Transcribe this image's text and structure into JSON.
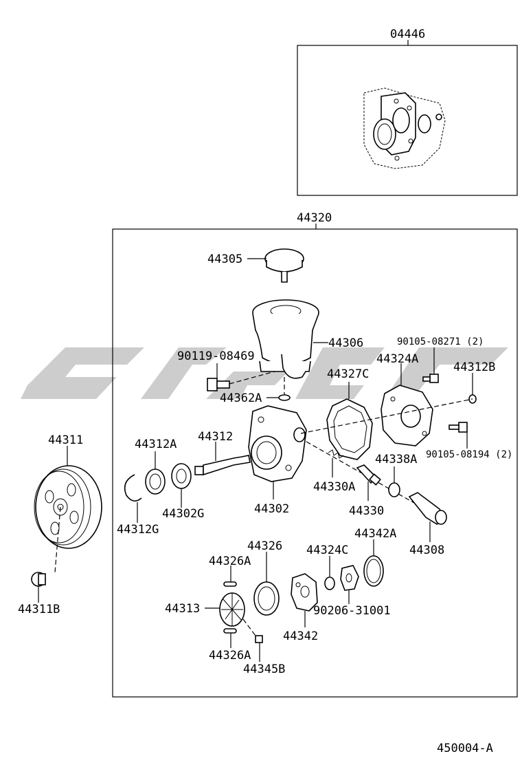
{
  "labels": {
    "kit_04446": "04446",
    "assy_44320": "44320",
    "p44305": "44305",
    "p44306": "44306",
    "p90119": "90119-08469",
    "p90105_271": "90105-08271 (2)",
    "p44324A": "44324A",
    "p44327C": "44327C",
    "p44312B": "44312B",
    "p44362A": "44362A",
    "p44311": "44311",
    "p44312A": "44312A",
    "p44312": "44312",
    "p44338A": "44338A",
    "p90105_194": "90105-08194 (2)",
    "p44330A": "44330A",
    "p44302": "44302",
    "p44330": "44330",
    "p44302G": "44302G",
    "p44312G": "44312G",
    "p44308": "44308",
    "p44342A": "44342A",
    "p44326": "44326",
    "p44324C": "44324C",
    "p44326A_top": "44326A",
    "p44311B": "44311B",
    "p44313": "44313",
    "p90206": "90206-31001",
    "p44342": "44342",
    "p44326A_bot": "44326A",
    "p44345B": "44345B",
    "figure_id": "450004-A"
  },
  "colors": {
    "line": "#000000",
    "watermark": "#c8c8c8",
    "background": "#ffffff"
  }
}
